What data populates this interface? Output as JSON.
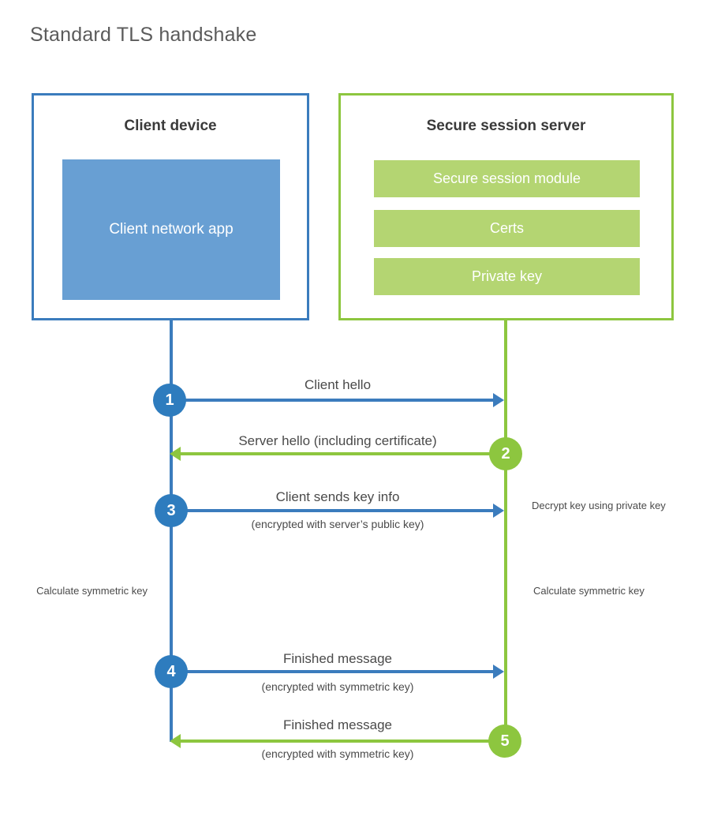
{
  "title": "Standard TLS handshake",
  "colors": {
    "client_border": "#3b7cbd",
    "client_fill": "#689fd3",
    "client_badge": "#2e7cbe",
    "server_border": "#8dc63f",
    "server_fill": "#b4d572",
    "server_badge": "#8dc63f",
    "title_text": "#5b5b5b",
    "body_text": "#4a4a4a",
    "background": "#ffffff"
  },
  "client": {
    "title": "Client device",
    "app_label": "Client network app"
  },
  "server": {
    "title": "Secure session server",
    "modules": [
      {
        "label": "Secure session module"
      },
      {
        "label": "Certs"
      },
      {
        "label": "Private key"
      }
    ]
  },
  "steps": [
    {
      "number": "1",
      "label": "Client hello",
      "sublabel": "",
      "direction": "client-to-server",
      "color": "blue"
    },
    {
      "number": "2",
      "label": "Server hello (including certificate)",
      "sublabel": "",
      "direction": "server-to-client",
      "color": "green"
    },
    {
      "number": "3",
      "label": "Client sends key info",
      "sublabel": "(encrypted with server’s public key)",
      "direction": "client-to-server",
      "color": "blue"
    },
    {
      "number": "4",
      "label": "Finished message",
      "sublabel": "(encrypted with symmetric key)",
      "direction": "client-to-server",
      "color": "blue"
    },
    {
      "number": "5",
      "label": "Finished message",
      "sublabel": "(encrypted with symmetric key)",
      "direction": "server-to-client",
      "color": "green"
    }
  ],
  "notes": {
    "decrypt_key": "Decrypt key using private key",
    "client_calculate": "Calculate symmetric key",
    "server_calculate": "Calculate symmetric key"
  }
}
